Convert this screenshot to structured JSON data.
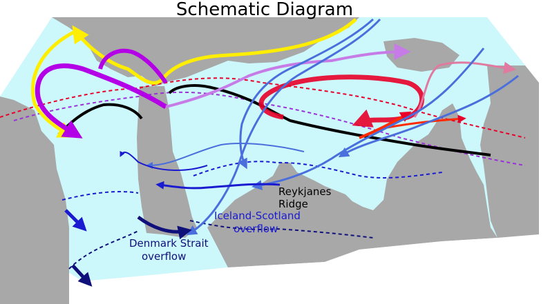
{
  "title": "Schematic Diagram",
  "labels": {
    "reykjanes_line1": "Reykjanes",
    "reykjanes_line2": "Ridge",
    "iceland_scotland_line1": "Iceland-Scotland",
    "iceland_scotland_line2": "overflow",
    "denmark_line1": "Denmark Strait",
    "denmark_line2": "overflow"
  },
  "colors": {
    "ocean": "#ccf7fb",
    "land": "#a8a8a8",
    "yellow_current": "#ffee00",
    "purple_current": "#b400e6",
    "warm_current": "#e8002a",
    "deep_current": "#1a1ad0",
    "intermediate_current": "#4a6fdc",
    "front_line": "#000000",
    "iceland_scotland_label": "#1a1ad0",
    "denmark_label": "#10107a"
  }
}
